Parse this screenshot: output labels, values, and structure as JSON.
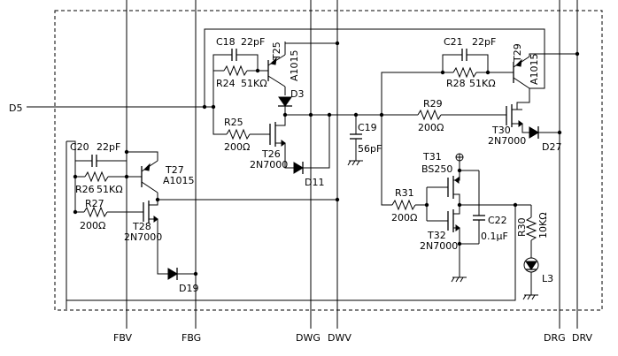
{
  "signals": {
    "d5": "D5",
    "fbv": "FBV",
    "fbg": "FBG",
    "dwg": "DWG",
    "dwv": "DWV",
    "drg": "DRG",
    "drv": "DRV"
  },
  "components": {
    "c18": {
      "ref": "C18",
      "value": "22pF"
    },
    "c20": {
      "ref": "C20",
      "value": "22pF"
    },
    "c21": {
      "ref": "C21",
      "value": "22pF"
    },
    "c19": {
      "ref": "C19",
      "value": "56pF"
    },
    "c22": {
      "ref": "C22",
      "value": "0.1μF"
    },
    "r24": {
      "ref": "R24",
      "value": "51KΩ"
    },
    "r25": {
      "ref": "R25",
      "value": "200Ω"
    },
    "r26": {
      "ref": "R26",
      "value": "51KΩ"
    },
    "r27": {
      "ref": "R27",
      "value": "200Ω"
    },
    "r28": {
      "ref": "R28",
      "value": "51KΩ"
    },
    "r29": {
      "ref": "R29",
      "value": "200Ω"
    },
    "r30": {
      "ref": "R30",
      "value": "10KΩ"
    },
    "r31": {
      "ref": "R31",
      "value": "200Ω"
    },
    "t25": {
      "ref": "T25",
      "value": "A1015"
    },
    "t26": {
      "ref": "T26",
      "value": "2N7000"
    },
    "t27": {
      "ref": "T27",
      "value": "A1015"
    },
    "t28": {
      "ref": "T28",
      "value": "2N7000"
    },
    "t29": {
      "ref": "T29",
      "value": "A1015"
    },
    "t30": {
      "ref": "T30",
      "value": "2N7000"
    },
    "t31": {
      "ref": "T31",
      "value": "BS250"
    },
    "t32": {
      "ref": "T32",
      "value": "2N7000"
    },
    "d3": {
      "ref": "D3"
    },
    "d11": {
      "ref": "D11"
    },
    "d19": {
      "ref": "D19"
    },
    "d27": {
      "ref": "D27"
    },
    "l3": {
      "ref": "L3"
    }
  }
}
